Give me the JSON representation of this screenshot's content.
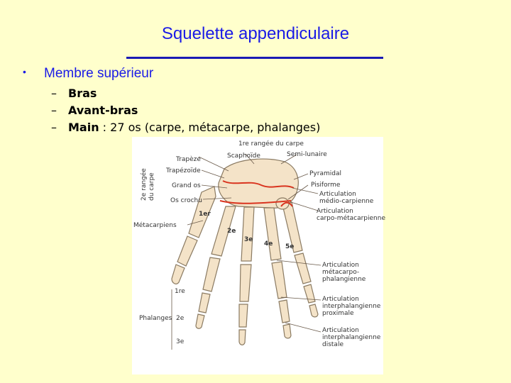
{
  "slide": {
    "title": "Squelette appendiculaire",
    "bullet": "Membre supérieur",
    "bullet_glyph": "•",
    "dash_glyph": "–",
    "items": [
      {
        "bold": "Bras",
        "rest": ""
      },
      {
        "bold": "Avant-bras",
        "rest": ""
      },
      {
        "bold": "Main",
        "rest": " : 27 os (carpe, métacarpe, phalanges)"
      }
    ]
  },
  "figure": {
    "colors": {
      "bone": "#F4E3C8",
      "outline": "#8A7A62",
      "joint": "#D9341F"
    },
    "labels": {
      "rangee1": "1re rangée du carpe",
      "scaphoide": "Scaphoïde",
      "semilunaire": "Semi-lunaire",
      "trapeze": "Trapèze",
      "trapezoide": "Trapézoïde",
      "grandos": "Grand os",
      "oscrochu": "Os crochu",
      "rangee2a": "2e rangée",
      "rangee2b": "du carpe",
      "pyramidal": "Pyramidal",
      "pisiforme": "Pisiforme",
      "artmedio1": "Articulation",
      "artmedio2": "médio-carpienne",
      "artcarpo1": "Articulation",
      "artcarpo2": "carpo-métacarpienne",
      "metacarpiens": "Métacarpiens",
      "m1": "1er",
      "m2": "2e",
      "m3": "3e",
      "m4": "4e",
      "m5": "5e",
      "artmp1": "Articulation",
      "artmp2": "métacarpo-",
      "artmp3": "phalangienne",
      "artip1": "Articulation",
      "artip2": "interphalangienne",
      "artip3": "proximale",
      "artid1": "Articulation",
      "artid2": "interphalangienne",
      "artid3": "distale",
      "phalanges": "Phalanges",
      "p1": "1re",
      "p2": "2e",
      "p3": "3e"
    }
  }
}
